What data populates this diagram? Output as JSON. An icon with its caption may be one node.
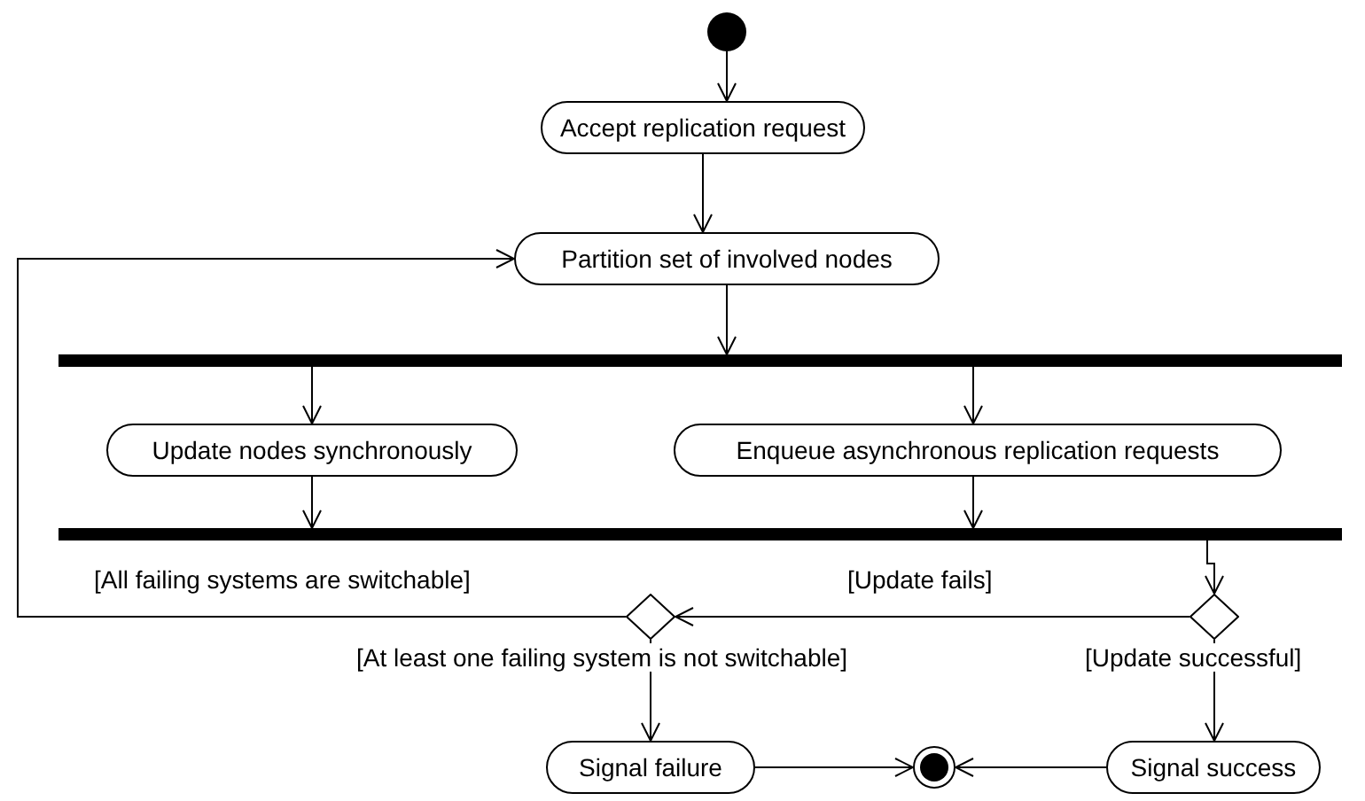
{
  "diagram": {
    "nodes": [
      {
        "text": [],
        "shape": "circle"
      },
      {
        "text": [
          "Accept replication request"
        ]
      },
      {
        "text": [
          "Partition set of involved nodes"
        ]
      },
      {
        "text": [],
        "shape": "bar"
      },
      {
        "text": [
          "Update nodes synchronously"
        ]
      },
      {
        "text": [
          "Enqueue asynchronous replication requests"
        ]
      },
      {
        "text": [],
        "shape": "bar"
      },
      {
        "text": [],
        "shape": "diamond"
      },
      {
        "text": [],
        "shape": "diamond"
      },
      {
        "text": [
          "Signal failure"
        ]
      },
      {
        "text": [],
        "shape": "bullseye"
      },
      {
        "text": [
          "Signal success"
        ]
      }
    ],
    "edges": [
      {
        "from": 0,
        "to": 1,
        "arrow": "to"
      },
      {
        "from": 1,
        "to": 2,
        "arrow": "to"
      },
      {
        "from": 2,
        "to": 3,
        "arrow": "to"
      },
      {
        "from": 3,
        "to": 4,
        "arrow": "to"
      },
      {
        "from": 3,
        "to": 5,
        "arrow": "to"
      },
      {
        "from": 4,
        "to": 6,
        "arrow": "to"
      },
      {
        "from": 5,
        "to": 6,
        "arrow": "to"
      },
      {
        "from": 6,
        "to": 8,
        "arrow": "to"
      },
      {
        "from": 8,
        "to": 7,
        "arrow": "to",
        "label": "[Update fails]"
      },
      {
        "from": 7,
        "to": 2,
        "arrow": "to",
        "label": "[All failing systems are switchable]"
      },
      {
        "from": 7,
        "to": 9,
        "arrow": "to",
        "label": "[At least one failing system is not switchable]"
      },
      {
        "from": 8,
        "to": 11,
        "arrow": "to",
        "label": "[Update successful]"
      },
      {
        "from": 9,
        "to": 10,
        "arrow": "to"
      },
      {
        "from": 11,
        "to": 10,
        "arrow": "to"
      }
    ]
  }
}
